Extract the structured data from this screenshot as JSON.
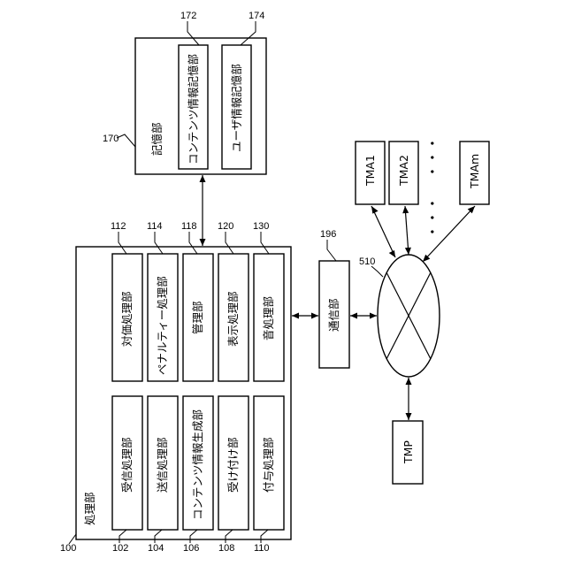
{
  "storage": {
    "label": "記憶部",
    "ref": "170",
    "content_store": {
      "label": "コンテンツ情報記憶部",
      "ref": "172"
    },
    "user_store": {
      "label": "ユーザ情報記憶部",
      "ref": "174"
    }
  },
  "processing": {
    "label": "処理部",
    "ref": "100",
    "units": [
      {
        "key": "receive",
        "label": "受信処理部",
        "ref": "102"
      },
      {
        "key": "send",
        "label": "送信処理部",
        "ref": "104"
      },
      {
        "key": "content-gen",
        "label": "コンテンツ情報生成部",
        "ref": "106"
      },
      {
        "key": "accept",
        "label": "受け付け部",
        "ref": "108"
      },
      {
        "key": "grant",
        "label": "付与処理部",
        "ref": "110"
      },
      {
        "key": "price",
        "label": "対価処理部",
        "ref": "112"
      },
      {
        "key": "penalty",
        "label": "ペナルティー処理部",
        "ref": "114"
      },
      {
        "key": "manage",
        "label": "管理部",
        "ref": "118"
      },
      {
        "key": "display",
        "label": "表示処理部",
        "ref": "120"
      },
      {
        "key": "sound",
        "label": "音処理部",
        "ref": "130"
      }
    ]
  },
  "comm": {
    "label": "通信部",
    "ref": "196"
  },
  "network": {
    "ref": "510"
  },
  "terminals": {
    "items": [
      "TMA1",
      "TMA2",
      "TMAm"
    ],
    "ellipsis": "・・・",
    "tmp": "TMP"
  }
}
